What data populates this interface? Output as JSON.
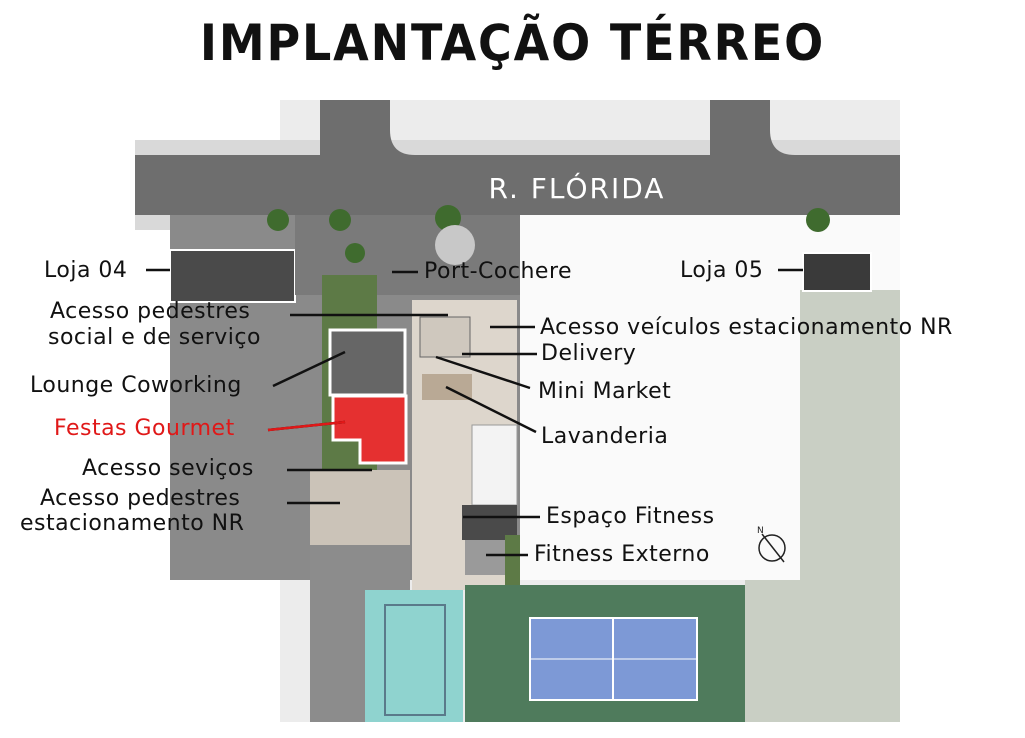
{
  "title": "IMPLANTAÇÃO TÉRREO",
  "street": "R. FLÓRIDA",
  "colors": {
    "highlight": "#e01818",
    "road": "#6e6e6e",
    "court_blue": "#7d99d6",
    "court_green": "#4f7b5c",
    "sport_court": "#8fd3cf"
  },
  "labels": {
    "loja04": "Loja 04",
    "port_cochere": "Port-Cochere",
    "loja05": "Loja 05",
    "acesso_pedestres_social_1": "Acesso pedestres",
    "acesso_pedestres_social_2": "social e de serviço",
    "acesso_veiculos": "Acesso veículos estacionamento NR",
    "delivery": "Delivery",
    "lounge": "Lounge Coworking",
    "mini_market": "Mini Market",
    "festas": "Festas Gourmet",
    "lavanderia": "Lavanderia",
    "acesso_servicos": "Acesso seviços",
    "acesso_pedestres_est_1": "Acesso pedestres",
    "acesso_pedestres_est_2": "estacionamento NR",
    "fitness": "Espaço Fitness",
    "fitness_externo": "Fitness Externo"
  },
  "icons": {
    "compass": "north-arrow-icon"
  }
}
